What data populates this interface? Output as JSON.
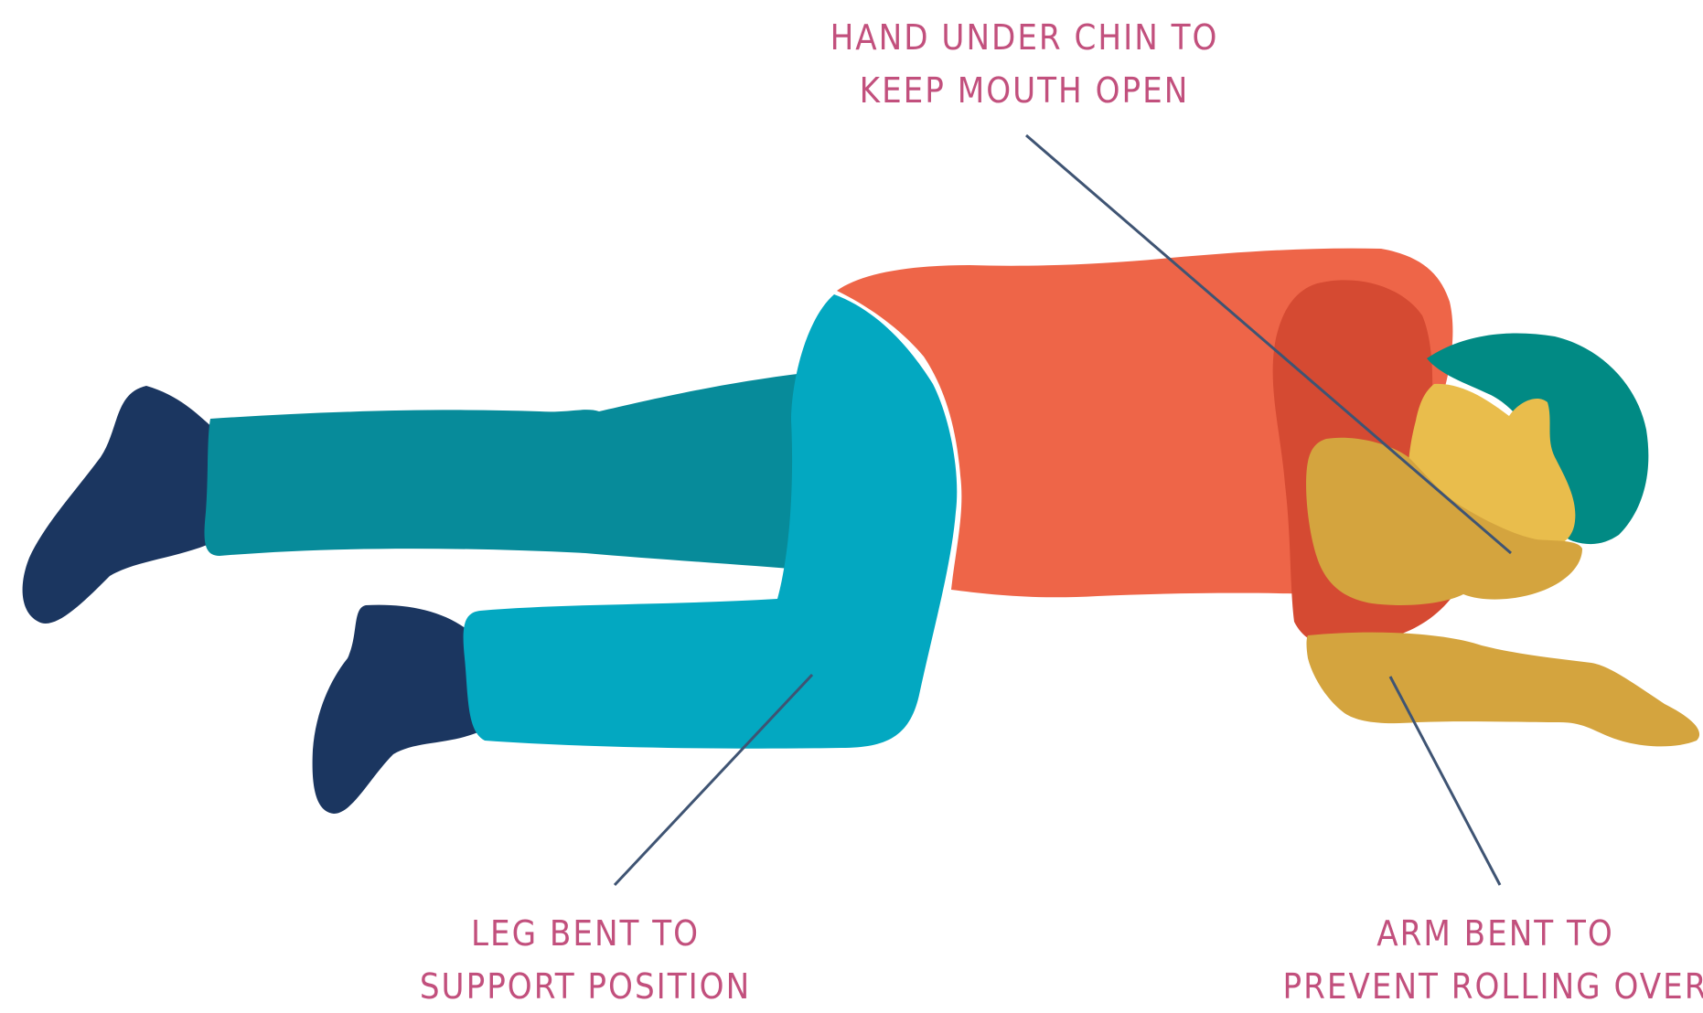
{
  "annotations": [
    {
      "id": "chin",
      "lines": [
        "Hand under chin to",
        "keep mouth open"
      ]
    },
    {
      "id": "leg",
      "lines": [
        "Leg bent to",
        "support position"
      ]
    },
    {
      "id": "arm",
      "lines": [
        "Arm bent to",
        "prevent rolling over"
      ]
    }
  ],
  "colors": {
    "label_text": "#c2507d",
    "leader_line": "#3f5473",
    "shoes": "#1b3660",
    "back_leg": "#078b9a",
    "front_leg": "#03a8c1",
    "shirt": "#ee6548",
    "shirt_shadow": "#d54a32",
    "skin": "#e9bd4c",
    "skin_shadow": "#d4a43e",
    "hair": "#018a84"
  }
}
